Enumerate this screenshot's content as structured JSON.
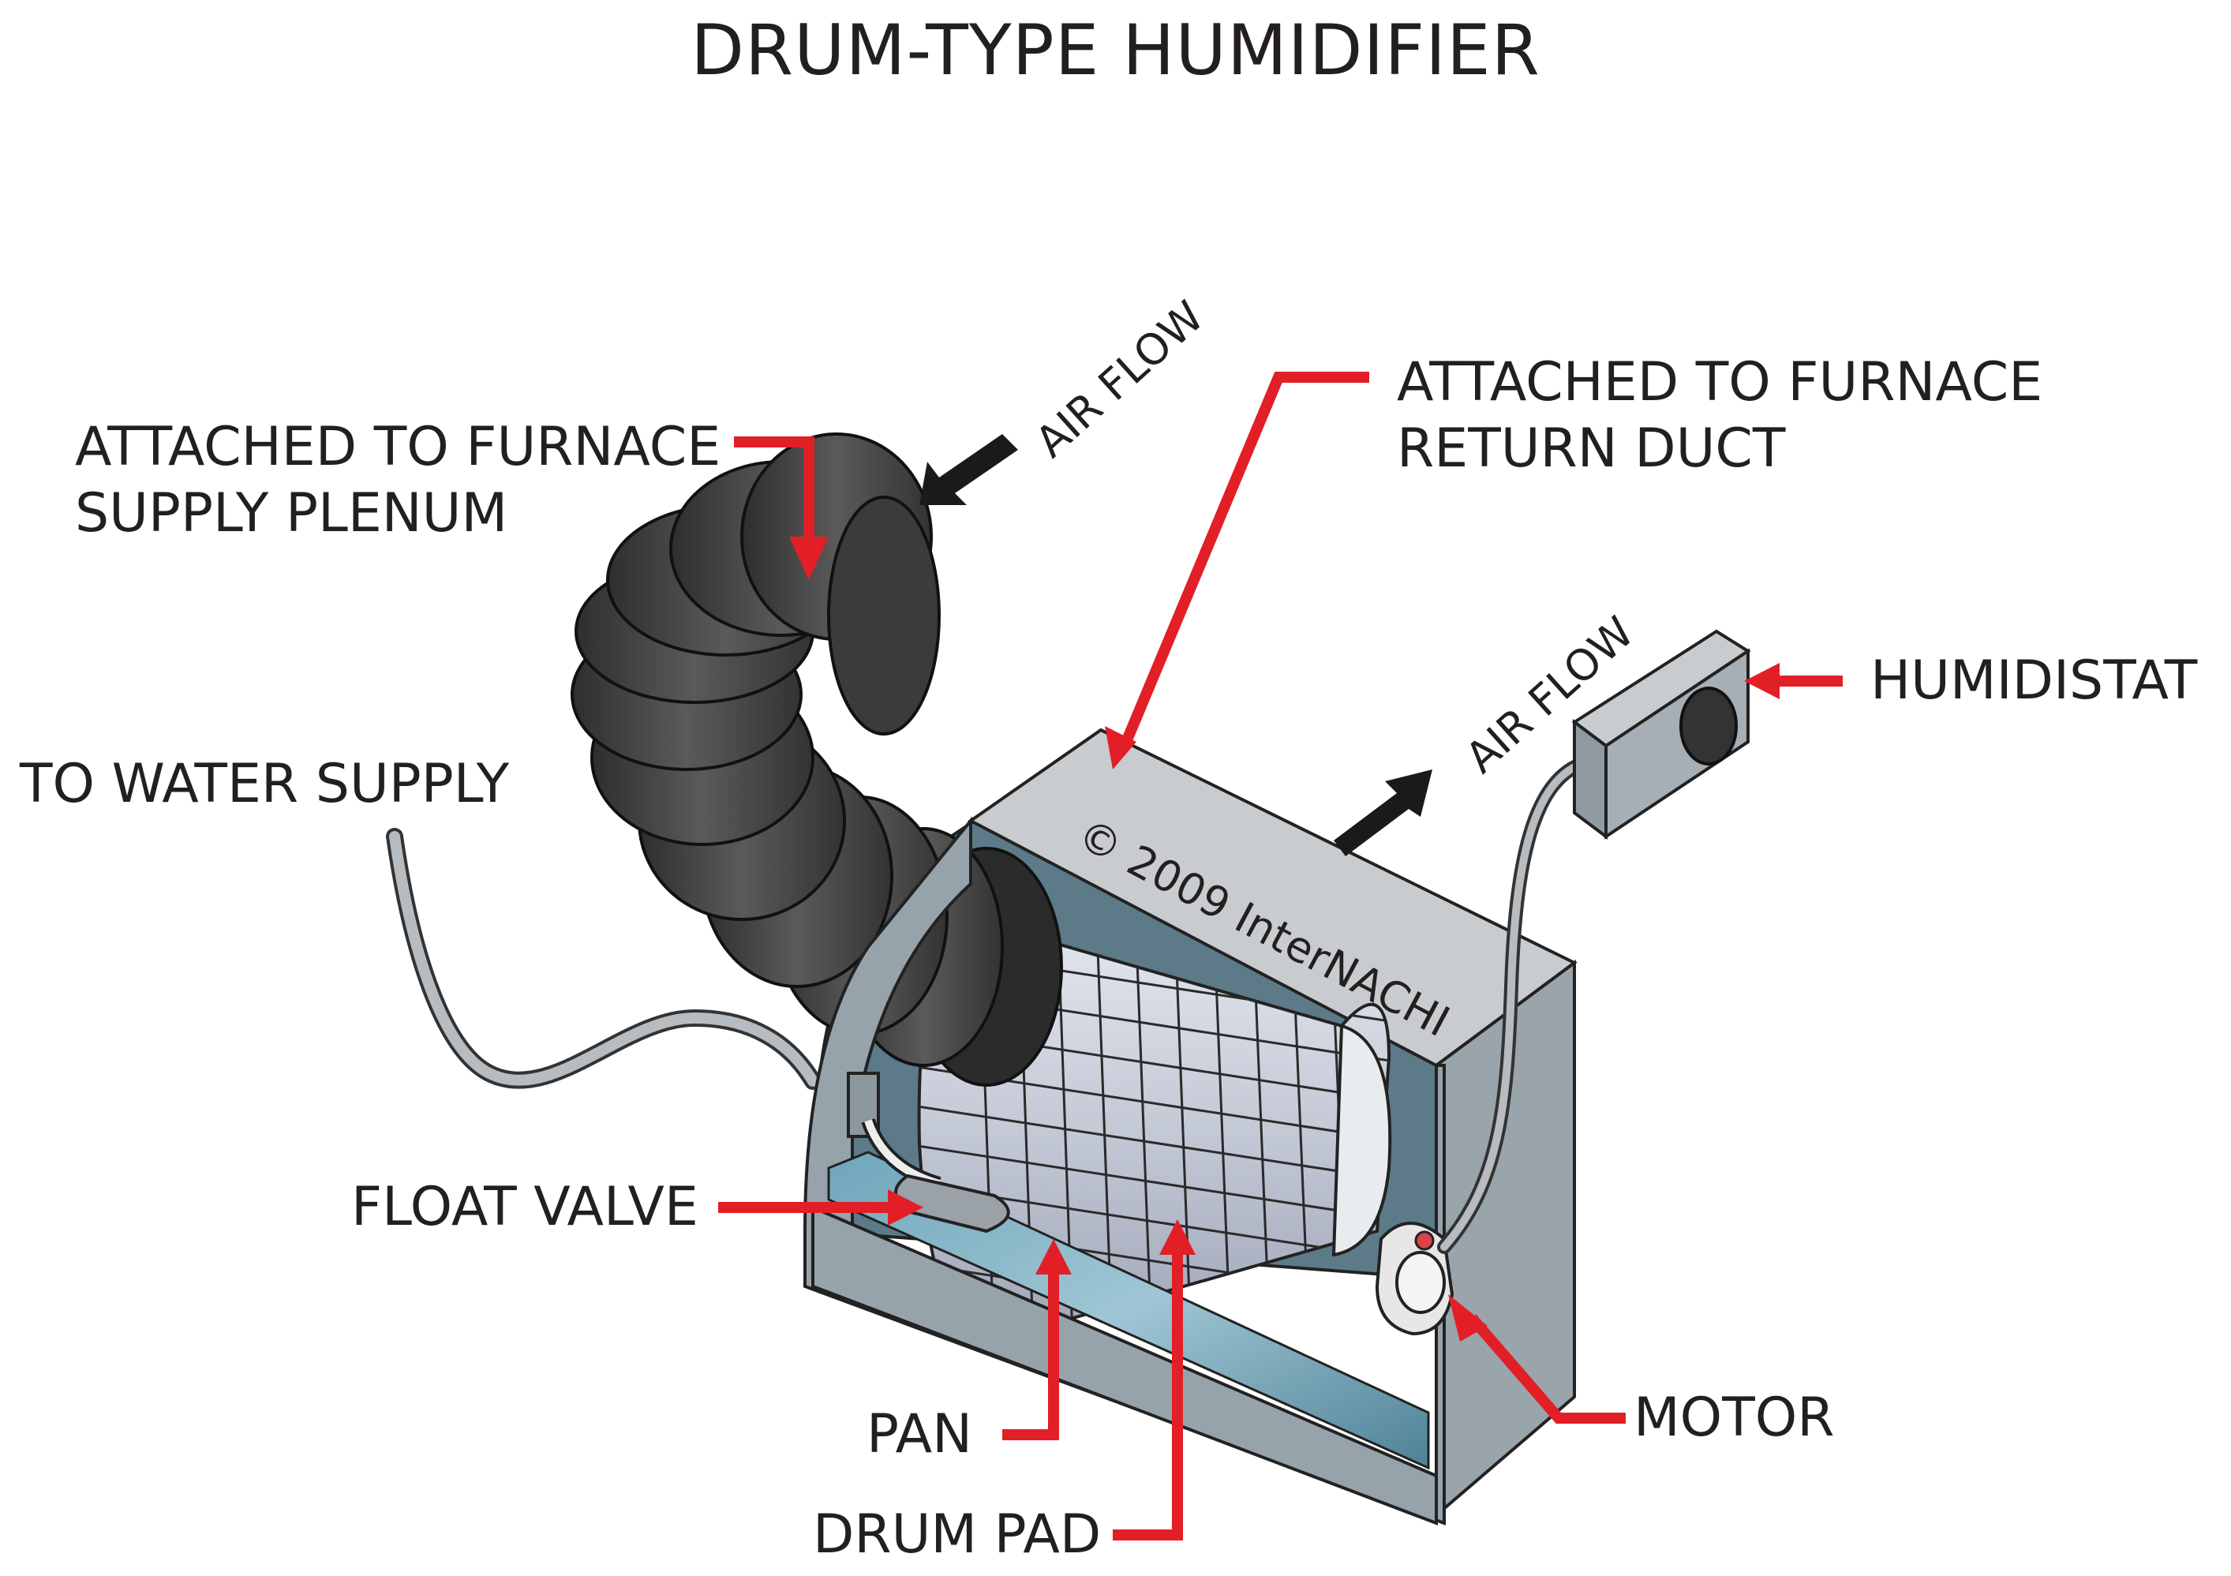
{
  "title": "DRUM-TYPE HUMIDIFIER",
  "labels": {
    "supply_plenum": [
      "ATTACHED TO FURNACE",
      "SUPPLY PLENUM"
    ],
    "return_duct": [
      "ATTACHED TO FURNACE",
      "RETURN DUCT"
    ],
    "water_supply": "TO WATER SUPPLY",
    "humidistat": "HUMIDISTAT",
    "float_valve": "FLOAT VALVE",
    "motor": "MOTOR",
    "pan": "PAN",
    "drum_pad": "DRUM PAD"
  },
  "air_flow_in": "AIR FLOW",
  "air_flow_out": "AIR FLOW",
  "copyright": "© 2009 InterNACHI",
  "colors": {
    "leader": "#e21f26",
    "hose": "#4a4a4a",
    "housing_top": "#c9ccce",
    "housing_side": "#97a3ab",
    "interior": "#5c7a88",
    "drum": "#c4c9d6",
    "water": "#5f94a8",
    "arrow": "#1a1a1a"
  }
}
